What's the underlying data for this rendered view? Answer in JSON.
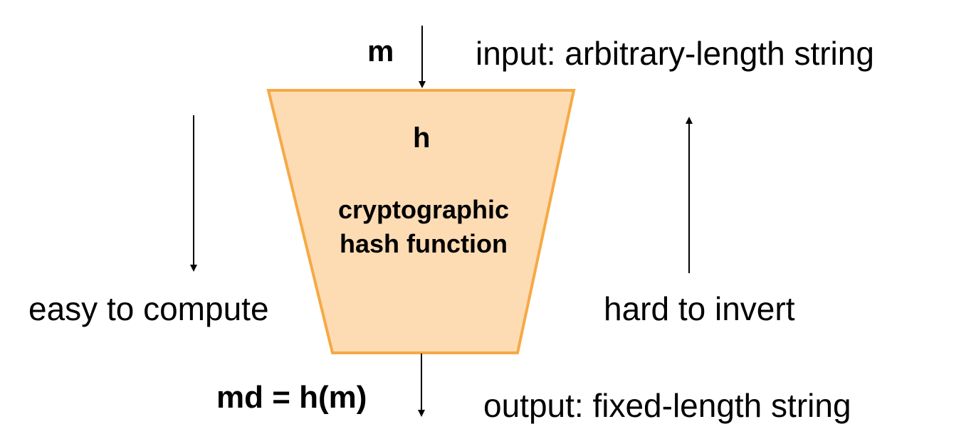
{
  "diagram": {
    "colors": {
      "funnel_fill": "#fddcb4",
      "funnel_stroke": "#f6a945",
      "arrow": "#000000",
      "text": "#000000"
    },
    "input": {
      "variable": "m",
      "description": "input: arbitrary-length string"
    },
    "function": {
      "symbol": "h",
      "name_line1": "cryptographic",
      "name_line2": "hash function"
    },
    "left_annotation": "easy to compute",
    "right_annotation": "hard to invert",
    "output": {
      "variable": "md = h(m)",
      "description": "output: fixed-length string"
    }
  }
}
